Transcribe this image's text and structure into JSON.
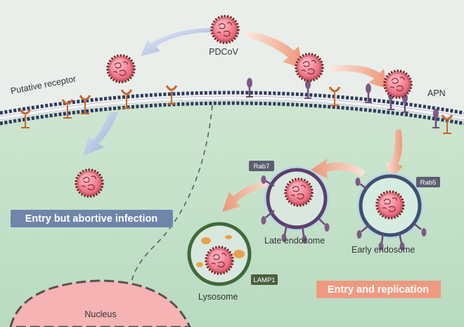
{
  "labels": {
    "virus": "PDCoV",
    "putative_receptor": "Putative receptor",
    "apn": "APN",
    "rab7": "Rab7",
    "rab5": "Rab5",
    "late_endosome": "Late endosome",
    "early_endosome": "Early endosome",
    "lysosome": "Lysosome",
    "lamp1": "LAMP1",
    "nucleus": "Nucleus"
  },
  "banners": {
    "abortive": "Entry but abortive infection",
    "replication": "Entry and replication"
  },
  "colors": {
    "virus_fill": "#f07a8c",
    "virus_spikes": "#5a2a20",
    "cytoplasm": "#cde6cf",
    "extracellular": "#e9eeea",
    "membrane_head": "#2f3a62",
    "membrane_tail": "#e8e8e8",
    "putative_receptor": "#c8662a",
    "apn": "#7e5a86",
    "late_endosome_ring": "#5b3f6f",
    "early_endosome_ring": "#3f4f72",
    "lysosome_ring": "#3f6a3a",
    "lysosome_granule": "#e8a24a",
    "nucleus": "#f6b3b3",
    "arrow_blue": "#8ea6d8",
    "arrow_orange": "#ef9a78",
    "banner_abortive": "#6f85aa",
    "banner_replication": "#ef9a80",
    "tag_bg": "#5b5f6f",
    "tag_lamp1": "#4b5f3f"
  }
}
